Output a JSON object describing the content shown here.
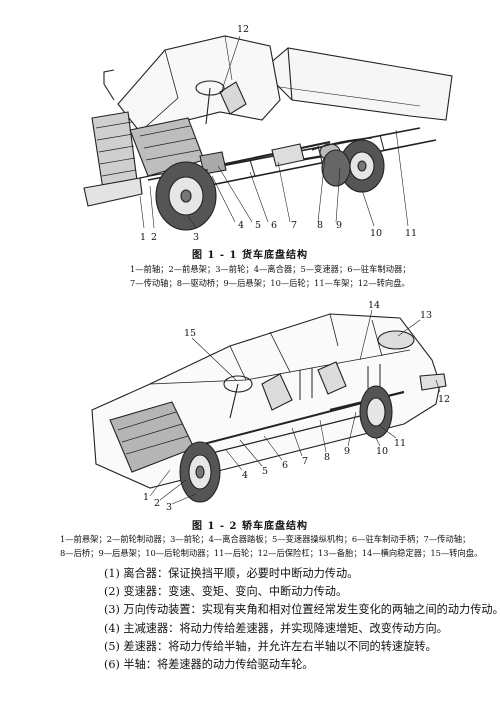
{
  "fig1": {
    "caption": "图 1 - 1   货车底盘结构",
    "callouts": [
      "12",
      "1",
      "2",
      "3",
      "4",
      "5",
      "6",
      "7",
      "8",
      "9",
      "10",
      "11"
    ],
    "legend": [
      "1—前轴；2—前悬架；3—前轮；4—离合器；5—变速器；6—驻车制动器；",
      "7—传动轴；8—驱动桥；9—后悬架；10—后轮；11—车架；12—转向盘。"
    ]
  },
  "fig2": {
    "caption": "图 1 - 2   轿车底盘结构",
    "callouts": [
      "15",
      "14",
      "13",
      "12",
      "11",
      "10",
      "9",
      "8",
      "7",
      "6",
      "5",
      "4",
      "1",
      "2",
      "3"
    ],
    "legend": [
      "1—前悬架；2—前轮制动器；3—前轮；4—离合器踏板；5—变速器操纵机构；6—驻车制动手柄；7—传动轴；",
      "8—后桥；9—后悬架；10—后轮制动器；11—后轮；12—后保险杠；13—备胎；14—横向稳定器；15—转向盘。"
    ]
  },
  "items": [
    "(1) 离合器：保证换挡平顺，必要时中断动力传动。",
    "(2) 变速器：变速、变矩、变向、中断动力传动。",
    "(3) 万向传动装置：实现有夹角和相对位置经常发生变化的两轴之间的动力传动。",
    "(4) 主减速器：将动力传给差速器，并实现降速增矩、改变传动方向。",
    "(5) 差速器：将动力传给半轴，并允许左右半轴以不同的转速旋转。",
    "(6) 半轴：将差速器的动力传给驱动车轮。"
  ]
}
